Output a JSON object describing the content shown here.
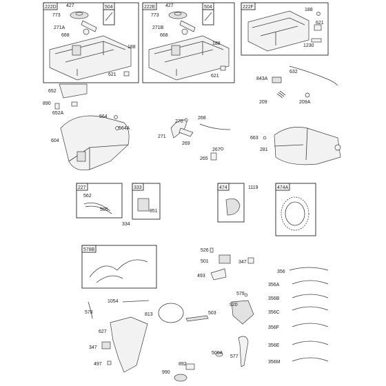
{
  "boxes": {
    "b222d": "222D",
    "b222e": "222E",
    "b222f": "222F",
    "b504a": "504",
    "b504b": "504",
    "b227": "227",
    "b333": "333",
    "b474": "474",
    "b474a": "474A",
    "b578b": "578B"
  },
  "parts": {
    "p427a": "427",
    "p773a": "773",
    "p271a": "271A",
    "p668a": "668",
    "p188a": "188",
    "p621a": "621",
    "p427b": "427",
    "p773b": "773",
    "p271b": "271B",
    "p668b": "668",
    "p188b": "188",
    "p621b": "621",
    "p188c": "188",
    "p621c": "621",
    "p1230": "1230",
    "p652": "652",
    "p890": "890",
    "p652a": "652A",
    "p843a": "843A",
    "p632": "632",
    "p209": "209",
    "p209a": "209A",
    "p564": "564",
    "p564a": "564A",
    "p604": "604",
    "p270": "270",
    "p268": "268",
    "p271": "271",
    "p269": "269",
    "p267": "267",
    "p265": "265",
    "p663": "663",
    "p281": "281",
    "p562": "562",
    "p505": "505",
    "p851": "851",
    "p334": "334",
    "p1119": "1119",
    "p526": "526",
    "p501": "501",
    "p347a": "347",
    "p493": "493",
    "p356": "356",
    "p356a": "356A",
    "p356b": "356B",
    "p356c": "356C",
    "p356f": "356F",
    "p356e": "356E",
    "p356m": "356M",
    "p579": "579",
    "p920": "920",
    "p1054": "1054",
    "p578": "578",
    "p813": "813",
    "p503": "503",
    "p627": "627",
    "p347b": "347",
    "p497": "497",
    "p500a": "500A",
    "p577": "577",
    "p892": "892",
    "p990": "990"
  }
}
